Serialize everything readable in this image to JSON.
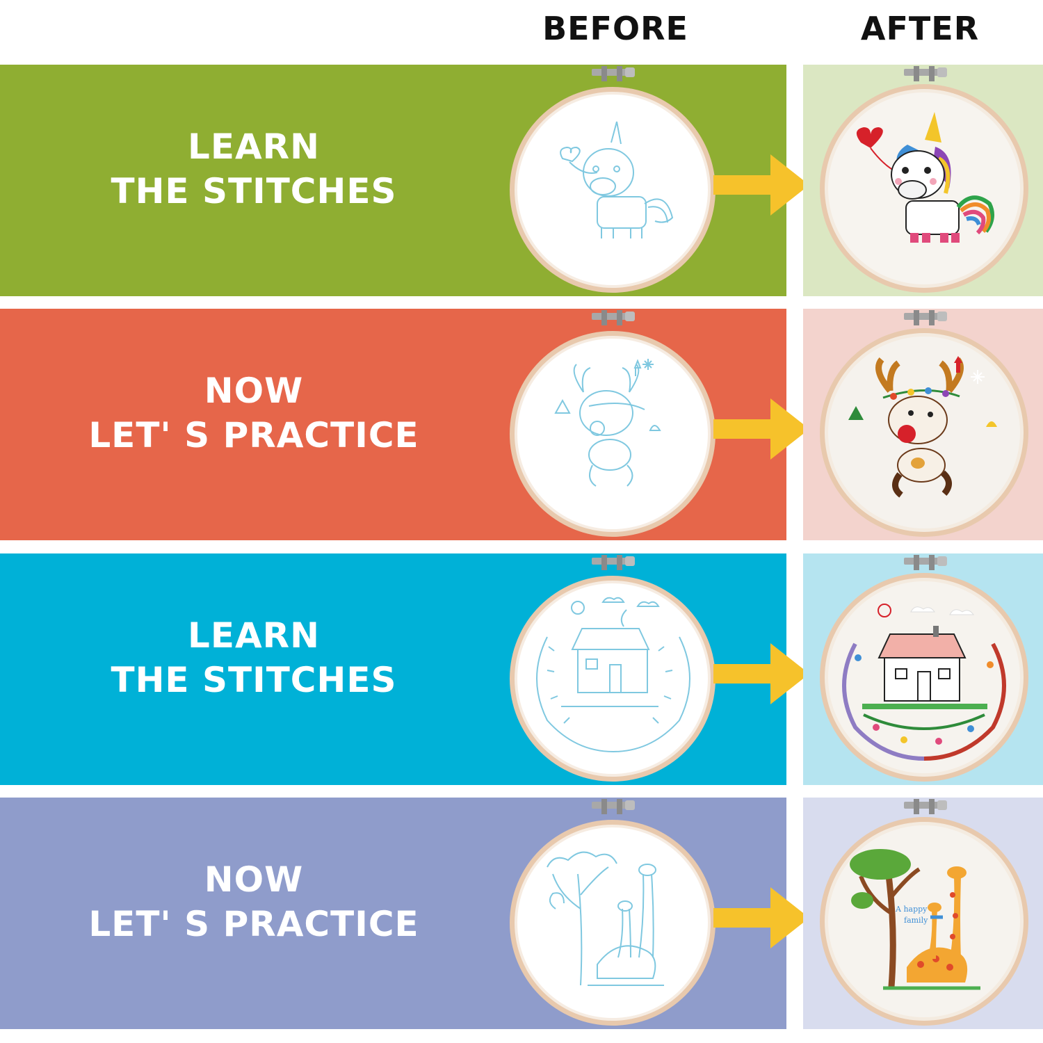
{
  "header": {
    "before_label": "BEFORE",
    "after_label": "AFTER"
  },
  "rows": [
    {
      "caption_line1": "LEARN",
      "caption_line2": "THE STITCHES",
      "band_color": "#8fae32",
      "after_bg_color": "#dbe7c2",
      "design": "unicorn-embroidery"
    },
    {
      "caption_line1": "NOW",
      "caption_line2": "LET' S PRACTICE",
      "band_color": "#e6664a",
      "after_bg_color": "#f3d3cd",
      "design": "reindeer-embroidery"
    },
    {
      "caption_line1": "LEARN",
      "caption_line2": "THE STITCHES",
      "band_color": "#00b1d7",
      "after_bg_color": "#b5e4f0",
      "design": "house-wreath-embroidery"
    },
    {
      "caption_line1": "NOW",
      "caption_line2": "LET' S PRACTICE",
      "band_color": "#8f9ccb",
      "after_bg_color": "#d8dcee",
      "design": "giraffe-family-embroidery"
    }
  ],
  "colors": {
    "arrow": "#f6c22b",
    "hoop_wood": "#e8c9ad",
    "pattern_line": "#7fc8e0"
  }
}
